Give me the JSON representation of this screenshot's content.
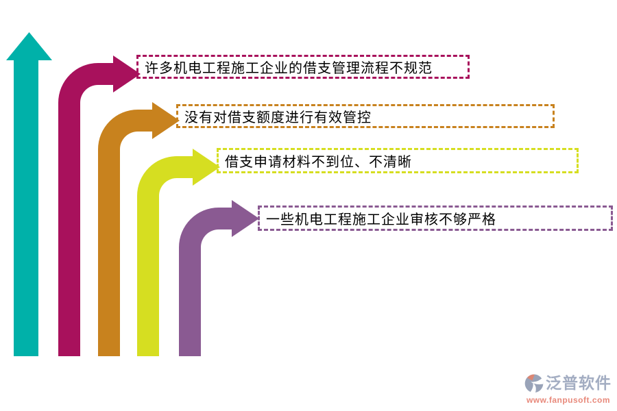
{
  "figure": {
    "description": "Infographic of upward/branching arrows listing problems in borrowing management of electromechanical engineering construction enterprises",
    "main_arrow_color": "#00b1a9",
    "items": [
      {
        "text": "许多机电工程施工企业的借支管理流程不规范",
        "color": "#a8115c"
      },
      {
        "text": "没有对借支额度进行有效管控",
        "color": "#c8821e"
      },
      {
        "text": "借支申请材料不到位、不清晰",
        "color": "#d6de21"
      },
      {
        "text": "一些机电工程施工企业审核不够严格",
        "color": "#8a5a92"
      }
    ]
  },
  "watermark": {
    "brand": "泛普软件",
    "url": "www.fanpusoft.com",
    "brand_color": "#a3adc2",
    "url_color": "#e8897b",
    "logo_slate": "#99a3b8",
    "logo_accent": "#dd8672"
  }
}
